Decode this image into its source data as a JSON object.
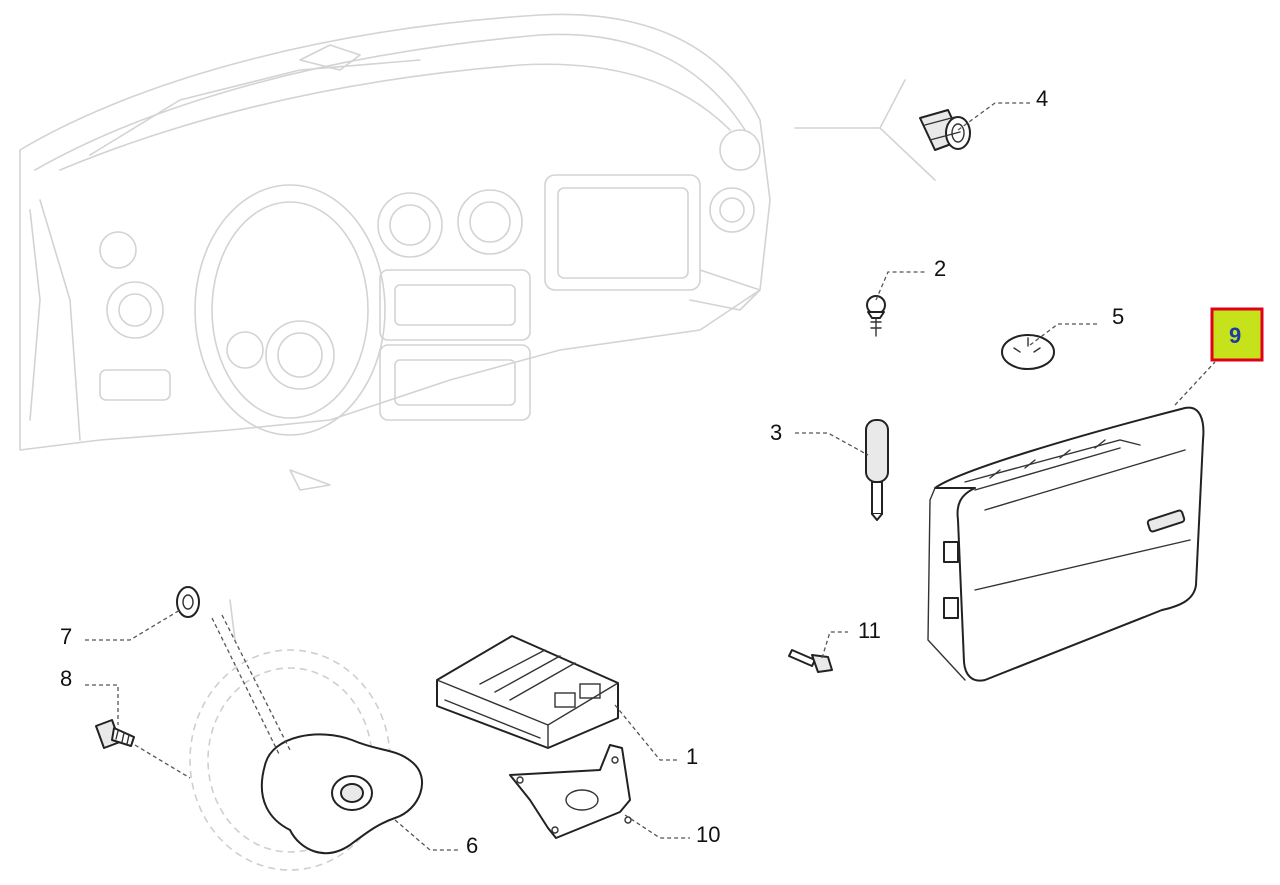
{
  "diagram": {
    "type": "exploded-parts-view",
    "highlight_color": "#c6e21a",
    "highlight_border": "#e0001a",
    "callouts": [
      {
        "id": "c1",
        "label": "1"
      },
      {
        "id": "c2",
        "label": "2"
      },
      {
        "id": "c3",
        "label": "3"
      },
      {
        "id": "c4",
        "label": "4"
      },
      {
        "id": "c5",
        "label": "5"
      },
      {
        "id": "c6",
        "label": "6"
      },
      {
        "id": "c7",
        "label": "7"
      },
      {
        "id": "c8",
        "label": "8"
      },
      {
        "id": "c9",
        "label": "9",
        "highlighted": true
      },
      {
        "id": "c10",
        "label": "10"
      },
      {
        "id": "c11",
        "label": "11"
      }
    ]
  }
}
